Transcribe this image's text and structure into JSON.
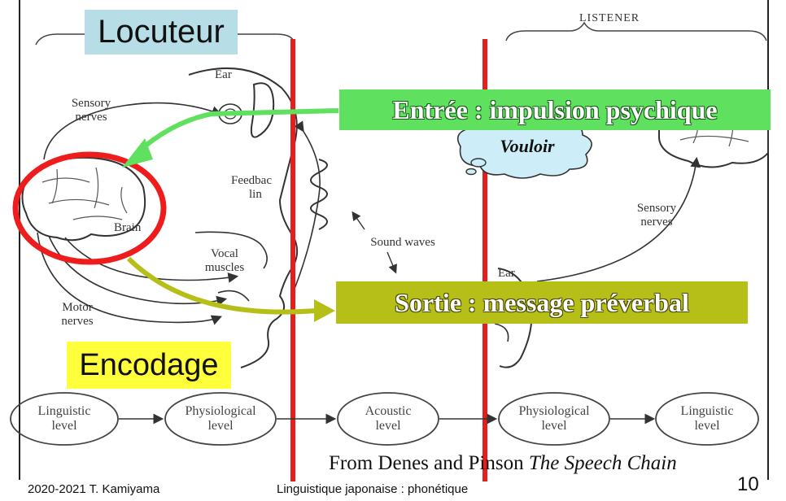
{
  "title_box": "Locuteur",
  "listener_label": "LISTENER",
  "input_box": "Entrée : impulsion psychique",
  "output_box": "Sortie : message préverbal",
  "encoding_box": "Encodage",
  "thought_bubble": "Vouloir",
  "diagram_labels": {
    "ear_speaker": "Ear",
    "sensory_nerves_speaker": [
      "Sensory",
      "nerves"
    ],
    "feedback_link": [
      "Feedbac",
      "lin"
    ],
    "brain": "Brain",
    "vocal_muscles": [
      "Vocal",
      "muscles"
    ],
    "sound_waves": "Sound waves",
    "motor_nerves": [
      "Motor",
      "nerves"
    ],
    "sensory_nerves_listener": [
      "Sensory",
      "nerves"
    ],
    "ear_listener": "Ear"
  },
  "levels": [
    {
      "line1": "Linguistic",
      "line2": "level"
    },
    {
      "line1": "Physiological",
      "line2": "level"
    },
    {
      "line1": "Acoustic",
      "line2": "level"
    },
    {
      "line1": "Physiological",
      "line2": "level"
    },
    {
      "line1": "Linguistic",
      "line2": "level"
    }
  ],
  "credit": {
    "prefix": "From Denes and Pinson ",
    "book": "The Speech Chain"
  },
  "footer": {
    "left": "2020-2021  T. Kamiyama",
    "center": "Linguistique japonaise : phonétique",
    "slide_number": "10"
  },
  "colors": {
    "divider_red": "#e51d1d",
    "input_green": "#5fe05f",
    "output_olive": "#b6bf18",
    "highlight_yellow": "#ffff3c",
    "title_blue": "#b7dde6",
    "circle_red": "#ee1c1c"
  }
}
